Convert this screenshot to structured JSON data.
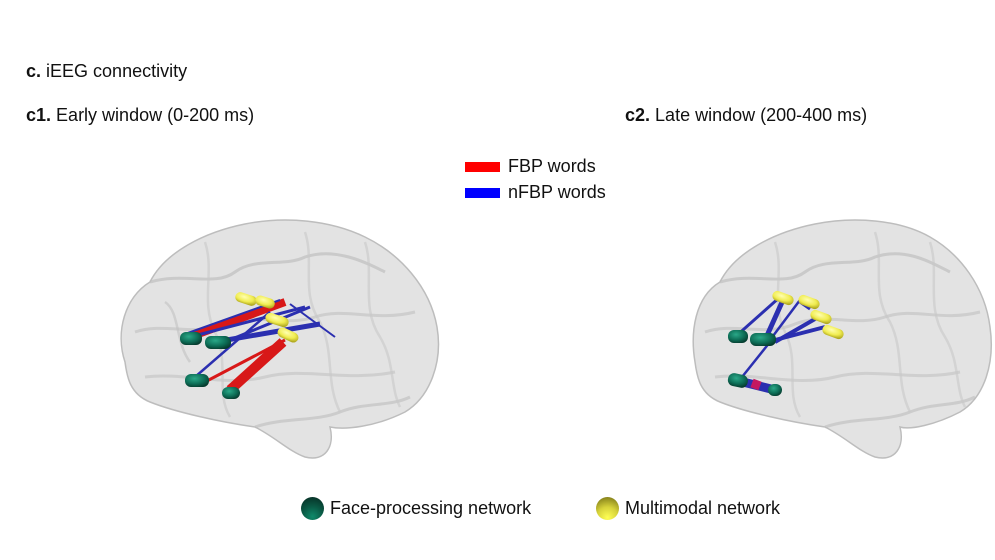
{
  "figure": {
    "section_label": "c.",
    "section_title": "iEEG connectivity",
    "panels": [
      {
        "label": "c1.",
        "title": "Early window (0-200 ms)"
      },
      {
        "label": "c2.",
        "title": "Late window (200-400 ms)"
      }
    ]
  },
  "connection_legend": [
    {
      "label": "FBP words",
      "color": "#ff0000"
    },
    {
      "label": "nFBP words",
      "color": "#0000ff"
    }
  ],
  "network_legend": [
    {
      "label": "Face-processing network",
      "color": "#0b6b52"
    },
    {
      "label": "Multimodal network",
      "color": "#e8e44a"
    }
  ],
  "colors": {
    "brain_fill": "#d9d9d9",
    "fbp": "#d81818",
    "nfbp": "#2b2fb0",
    "face_node": "#0d6d56",
    "multimodal_node": "#eeea55"
  }
}
